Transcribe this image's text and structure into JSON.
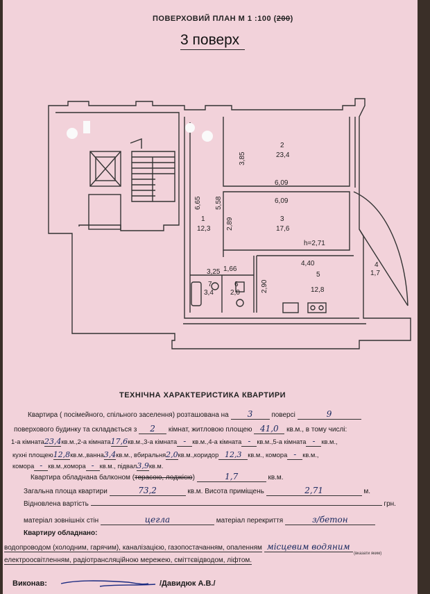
{
  "header": {
    "plan_title_prefix": "ПОВЕРХОВИЙ ПЛАН М 1 :100 (",
    "plan_title_struck": "200",
    "plan_title_suffix": ")",
    "floor_label": "3 поверх"
  },
  "plan": {
    "rooms": [
      {
        "id": "2",
        "area": "23,4"
      },
      {
        "id": "3",
        "area": "17,6"
      },
      {
        "id": "1",
        "area": "12,3"
      },
      {
        "id": "4",
        "area": "1,7"
      },
      {
        "id": "5",
        "area": "12,8"
      },
      {
        "id": "6",
        "area": "2,0"
      },
      {
        "id": "7",
        "area": "3,4"
      }
    ],
    "dims": {
      "d385": "3,85",
      "d609a": "6,09",
      "d609b": "6,09",
      "d665": "6,65",
      "d558": "5,58",
      "d289": "2,89",
      "d166": "1,66",
      "d440": "4,40",
      "d325": "3,25",
      "d290": "2,90"
    },
    "height_label": "h=2,71"
  },
  "form": {
    "title": "ТЕХНІЧНА ХАРАКТЕРИСТИКА КВАРТИРИ",
    "l1_text": "Квартира ( посімейного, спільного заселення) розташована на",
    "l1_floor": "3",
    "l1_floor_label": "поверсі",
    "l1_total": "9",
    "l2_a": "поверхового будинку та складається з",
    "l2_rooms": "2",
    "l2_b": "кімнат, житловою площею",
    "l2_living": "41,0",
    "l2_c": "кв.м., в тому числі:",
    "l3_a": "1-а кімната",
    "l3_r1": "23,4",
    "l3_b": "кв.м.,2-а кімната",
    "l3_r2": "17,6",
    "l3_c": "кв.м.,3-а кімната",
    "l3_r3": "-",
    "l3_d": "кв.м.,4-а кімната",
    "l3_r4": "-",
    "l3_e": "кв.м.,5-а кімната",
    "l3_r5": "-",
    "l3_f": "кв.м.,",
    "l4_a": "кухні площею",
    "l4_kitchen": "12,8",
    "l4_b": "кв.м.,ванна",
    "l4_bath": "3,4",
    "l4_c": "кв.м., вбиральня",
    "l4_wc": "2,0",
    "l4_d": "кв.м.,коридор",
    "l4_corr": "12,3",
    "l4_e": "кв.м., комора",
    "l4_stor": "-",
    "l4_f": "кв.м.,",
    "l5_a": "комора",
    "l5_s1": "-",
    "l5_b": "кв.м.,комора",
    "l5_s2": "-",
    "l5_c": "кв.м., підвал",
    "l5_cellar": "3,9",
    "l5_d": "кв.м.",
    "l6_a": "Квартира обладнана балконом (",
    "l6_struck": "терасою, лоджією",
    "l6_b": ")",
    "l6_balcony": "1,7",
    "l6_c": "кв.м.",
    "l7_a": "Загальна площа квартири",
    "l7_total": "73,2",
    "l7_b": "кв.м. Висота приміщень",
    "l7_height": "2,71",
    "l7_c": "м.",
    "l8_a": "Відновлена вартість",
    "l8_b": "грн.",
    "l9_a": "матеріал зовнішніх стін",
    "l9_walls": "цегла",
    "l9_b": "матеріал перекриття",
    "l9_floor": "з/бетон",
    "l10": "Квартиру обладнано:",
    "l11_a": "водопроводом (холодним, гарячим), каналізацією, газопостачанням, опаленням",
    "l11_heat": "місцевим водяним",
    "l11_hint": "(вказати яким)",
    "l12": "електроосвітленням, радіотрансляційною мережею, сміттєвідводом, ліфтом.",
    "l13_a": "Виконав:",
    "l13_b": "/Давидюк А.В./"
  }
}
